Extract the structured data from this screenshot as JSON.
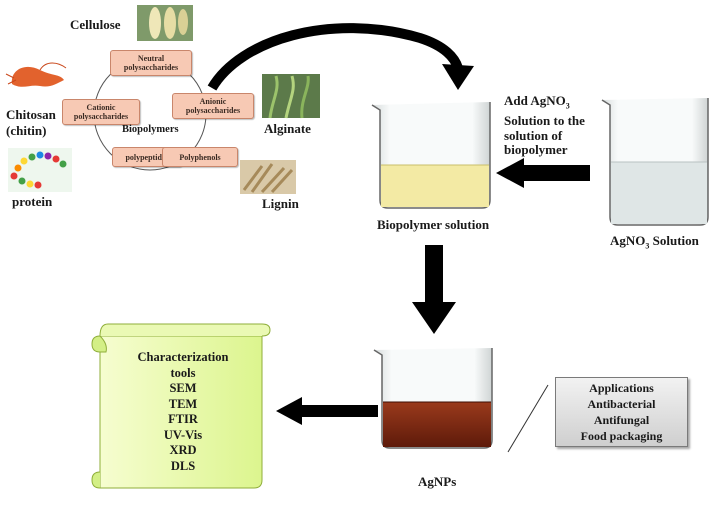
{
  "biopolymer_sources": {
    "cellulose": "Cellulose",
    "chitosan_line1": "Chitosan",
    "chitosan_line2": "(chitin)",
    "protein": "protein",
    "alginate": "Alginate",
    "lignin": "Lignin"
  },
  "biopolymer_classes": {
    "center": "Biopolymers",
    "neutral": [
      "Neutral",
      "polysaccharides"
    ],
    "cationic": [
      "Cationic",
      "polysaccharides"
    ],
    "anionic": [
      "Anionic",
      "polysaccharides"
    ],
    "polypeptides": "polypeptides",
    "polyphenols": "Polyphenols"
  },
  "process": {
    "add_step_lines": [
      "Add AgNO3",
      "Solution  to the",
      "solution of",
      "biopolymer"
    ],
    "biopolymer_solution": "Biopolymer solution",
    "agno3_solution": "AgNO3 Solution",
    "agnps": "AgNPs"
  },
  "characterization": {
    "items": [
      "Characterization",
      "tools",
      "SEM",
      "TEM",
      "FTIR",
      "UV-Vis",
      "XRD",
      "DLS"
    ]
  },
  "applications": {
    "items": [
      "Applications",
      "Antibacterial",
      "Antifungal",
      "Food packaging"
    ]
  },
  "colors": {
    "box_fill": "#f7c9b4",
    "yellow_solution": "#f3eaa4",
    "agno3_liquid": "#dfe6e6",
    "agnps_liquid": "#7a2410",
    "scroll_fill": "#eefbb0",
    "arrow": "#000000"
  },
  "icons": [
    "cellulose-photo-icon",
    "shrimp-icon",
    "protein-chain-icon",
    "alginate-seaweed-icon",
    "lignin-wood-icon",
    "beaker-icon"
  ]
}
